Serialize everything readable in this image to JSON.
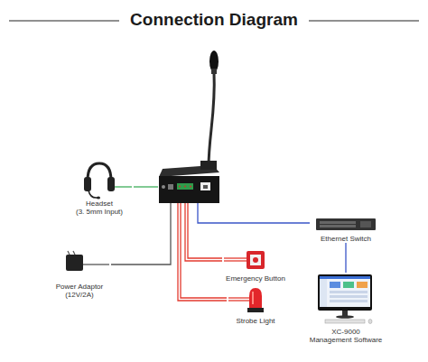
{
  "diagram": {
    "title": "Connection Diagram",
    "nodes": [
      {
        "text": []
      },
      {
        "text": [
          "Headset",
          "(3. 5mm Input)"
        ]
      },
      {
        "text": [
          "Power Adaptor (12V/2A)"
        ]
      },
      {
        "text": [
          "Emergency Button"
        ]
      },
      {
        "text": [
          "Strobe Light"
        ]
      },
      {
        "text": [
          "Ethernet Switch"
        ]
      },
      {
        "text": [
          "XC-9000",
          "Management Software"
        ]
      }
    ],
    "edges": [
      {
        "from": 0,
        "to": 1,
        "arrow": "none"
      },
      {
        "from": 0,
        "to": 2,
        "arrow": "none"
      },
      {
        "from": 0,
        "to": 3,
        "arrow": "none"
      },
      {
        "from": 0,
        "to": 4,
        "arrow": "none"
      },
      {
        "from": 0,
        "to": 5,
        "arrow": "none"
      },
      {
        "from": 5,
        "to": 6,
        "arrow": "none"
      }
    ]
  }
}
